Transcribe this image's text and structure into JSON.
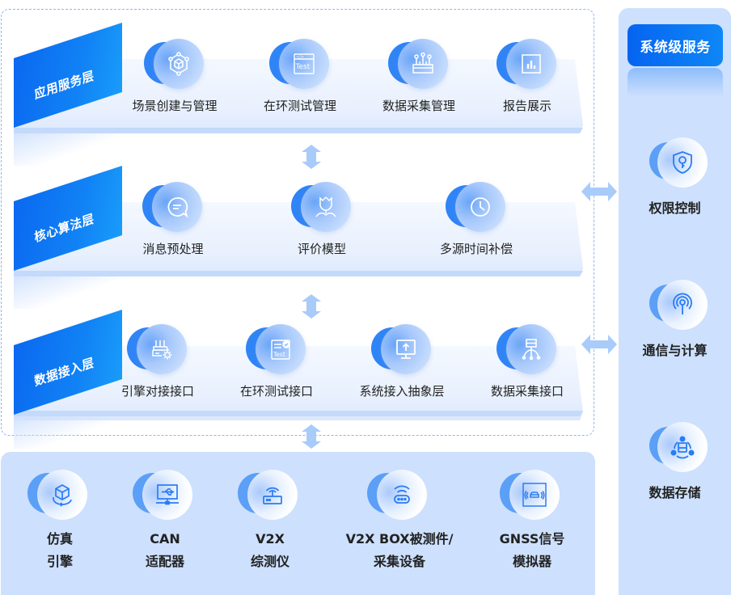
{
  "layers": [
    {
      "title": "应用服务层",
      "modules": [
        {
          "label": "场景创建与管理",
          "icon": "cube-network-icon"
        },
        {
          "label": "在环测试管理",
          "icon": "test-code-window-icon"
        },
        {
          "label": "数据采集管理",
          "icon": "data-collection-box-icon"
        },
        {
          "label": "报告展示",
          "icon": "bar-chart-icon"
        }
      ]
    },
    {
      "title": "核心算法层",
      "modules": [
        {
          "label": "消息预处理",
          "icon": "chat-bubble-icon"
        },
        {
          "label": "评价模型",
          "icon": "tulip-icon"
        },
        {
          "label": "多源时间补偿",
          "icon": "clock-icon"
        }
      ]
    },
    {
      "title": "数据接入层",
      "modules": [
        {
          "label": "引擎对接接口",
          "icon": "router-gear-icon"
        },
        {
          "label": "在环测试接口",
          "icon": "test-checklist-icon"
        },
        {
          "label": "系统接入抽象层",
          "icon": "monitor-upload-icon"
        },
        {
          "label": "数据采集接口",
          "icon": "network-node-icon"
        }
      ]
    }
  ],
  "system_services": {
    "title": "系统级服务",
    "items": [
      {
        "label": "权限控制",
        "icon": "shield-key-icon"
      },
      {
        "label": "通信与计算",
        "icon": "signal-tower-icon"
      },
      {
        "label": "数据存储",
        "icon": "data-storage-icon"
      }
    ]
  },
  "devices": [
    {
      "line1": "仿真",
      "line2": "引擎",
      "icon": "rotating-cube-icon"
    },
    {
      "line1": "CAN",
      "line2": "适配器",
      "icon": "usb-monitor-icon"
    },
    {
      "line1": "V2X",
      "line2": "综测仪",
      "icon": "wifi-router-icon"
    },
    {
      "line1": "V2X BOX被测件/",
      "line2": "采集设备",
      "icon": "wireless-box-icon"
    },
    {
      "line1": "GNSS信号",
      "line2": "模拟器",
      "icon": "car-signal-icon"
    }
  ],
  "colors": {
    "primary": "#0a66f0",
    "panel": "#cde0fd",
    "arrow": "#a9cbfa",
    "icon_blue": "#2a7cf3"
  }
}
